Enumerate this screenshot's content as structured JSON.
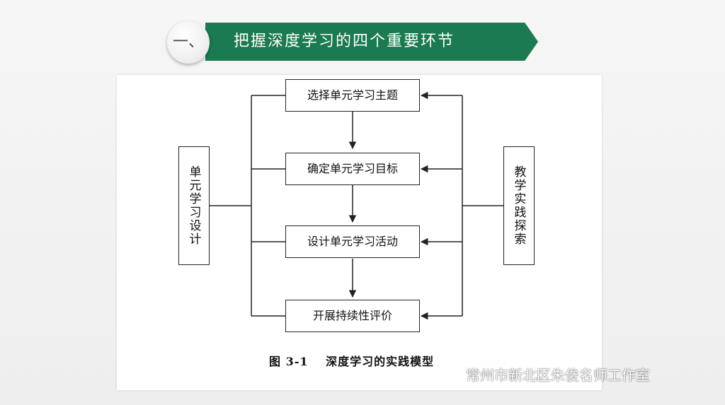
{
  "badge_text": "一、",
  "title": "把握深度学习的四个重要环节",
  "stages": [
    {
      "label": "选择单元学习主题"
    },
    {
      "label": "确定单元学习目标"
    },
    {
      "label": "设计单元学习活动"
    },
    {
      "label": "开展持续性评价"
    }
  ],
  "left_label": "单元学习设计",
  "right_label": "教学实践探索",
  "caption": {
    "number": "图 3-1",
    "text": "深度学习的实践模型"
  },
  "watermark": {
    "text": "常州市新北区朱俊名师工作室",
    "icon": "wechat-icon"
  },
  "colors": {
    "banner": "#1b7a4f",
    "line": "#222222"
  }
}
